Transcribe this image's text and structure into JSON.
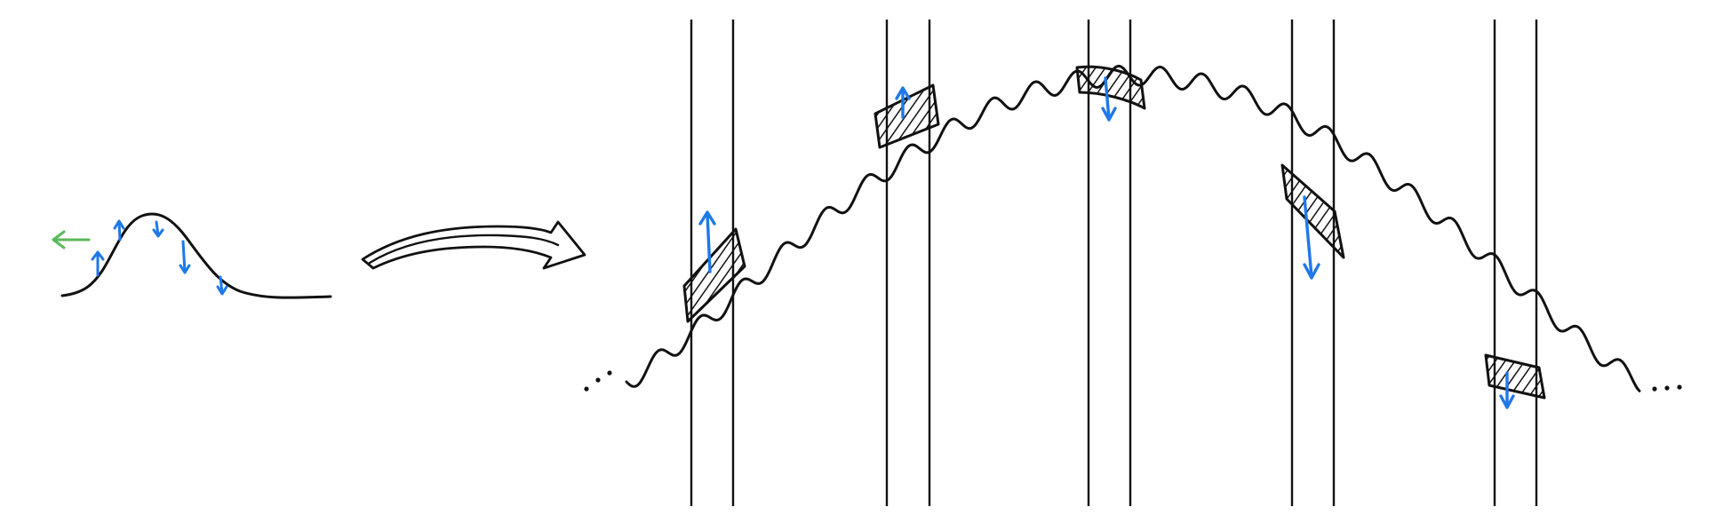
{
  "colors": {
    "ink": "#111111",
    "arrow_blue": "#1f78e8",
    "arrow_green": "#5cb85c",
    "background": "#ffffff"
  },
  "elements": {
    "small_wave_pulse": "wave-pulse",
    "propagation_arrow": "curved-arrow",
    "long_wave": "wavy-string",
    "slab_count": 5,
    "vertical_line_pairs": 5
  }
}
